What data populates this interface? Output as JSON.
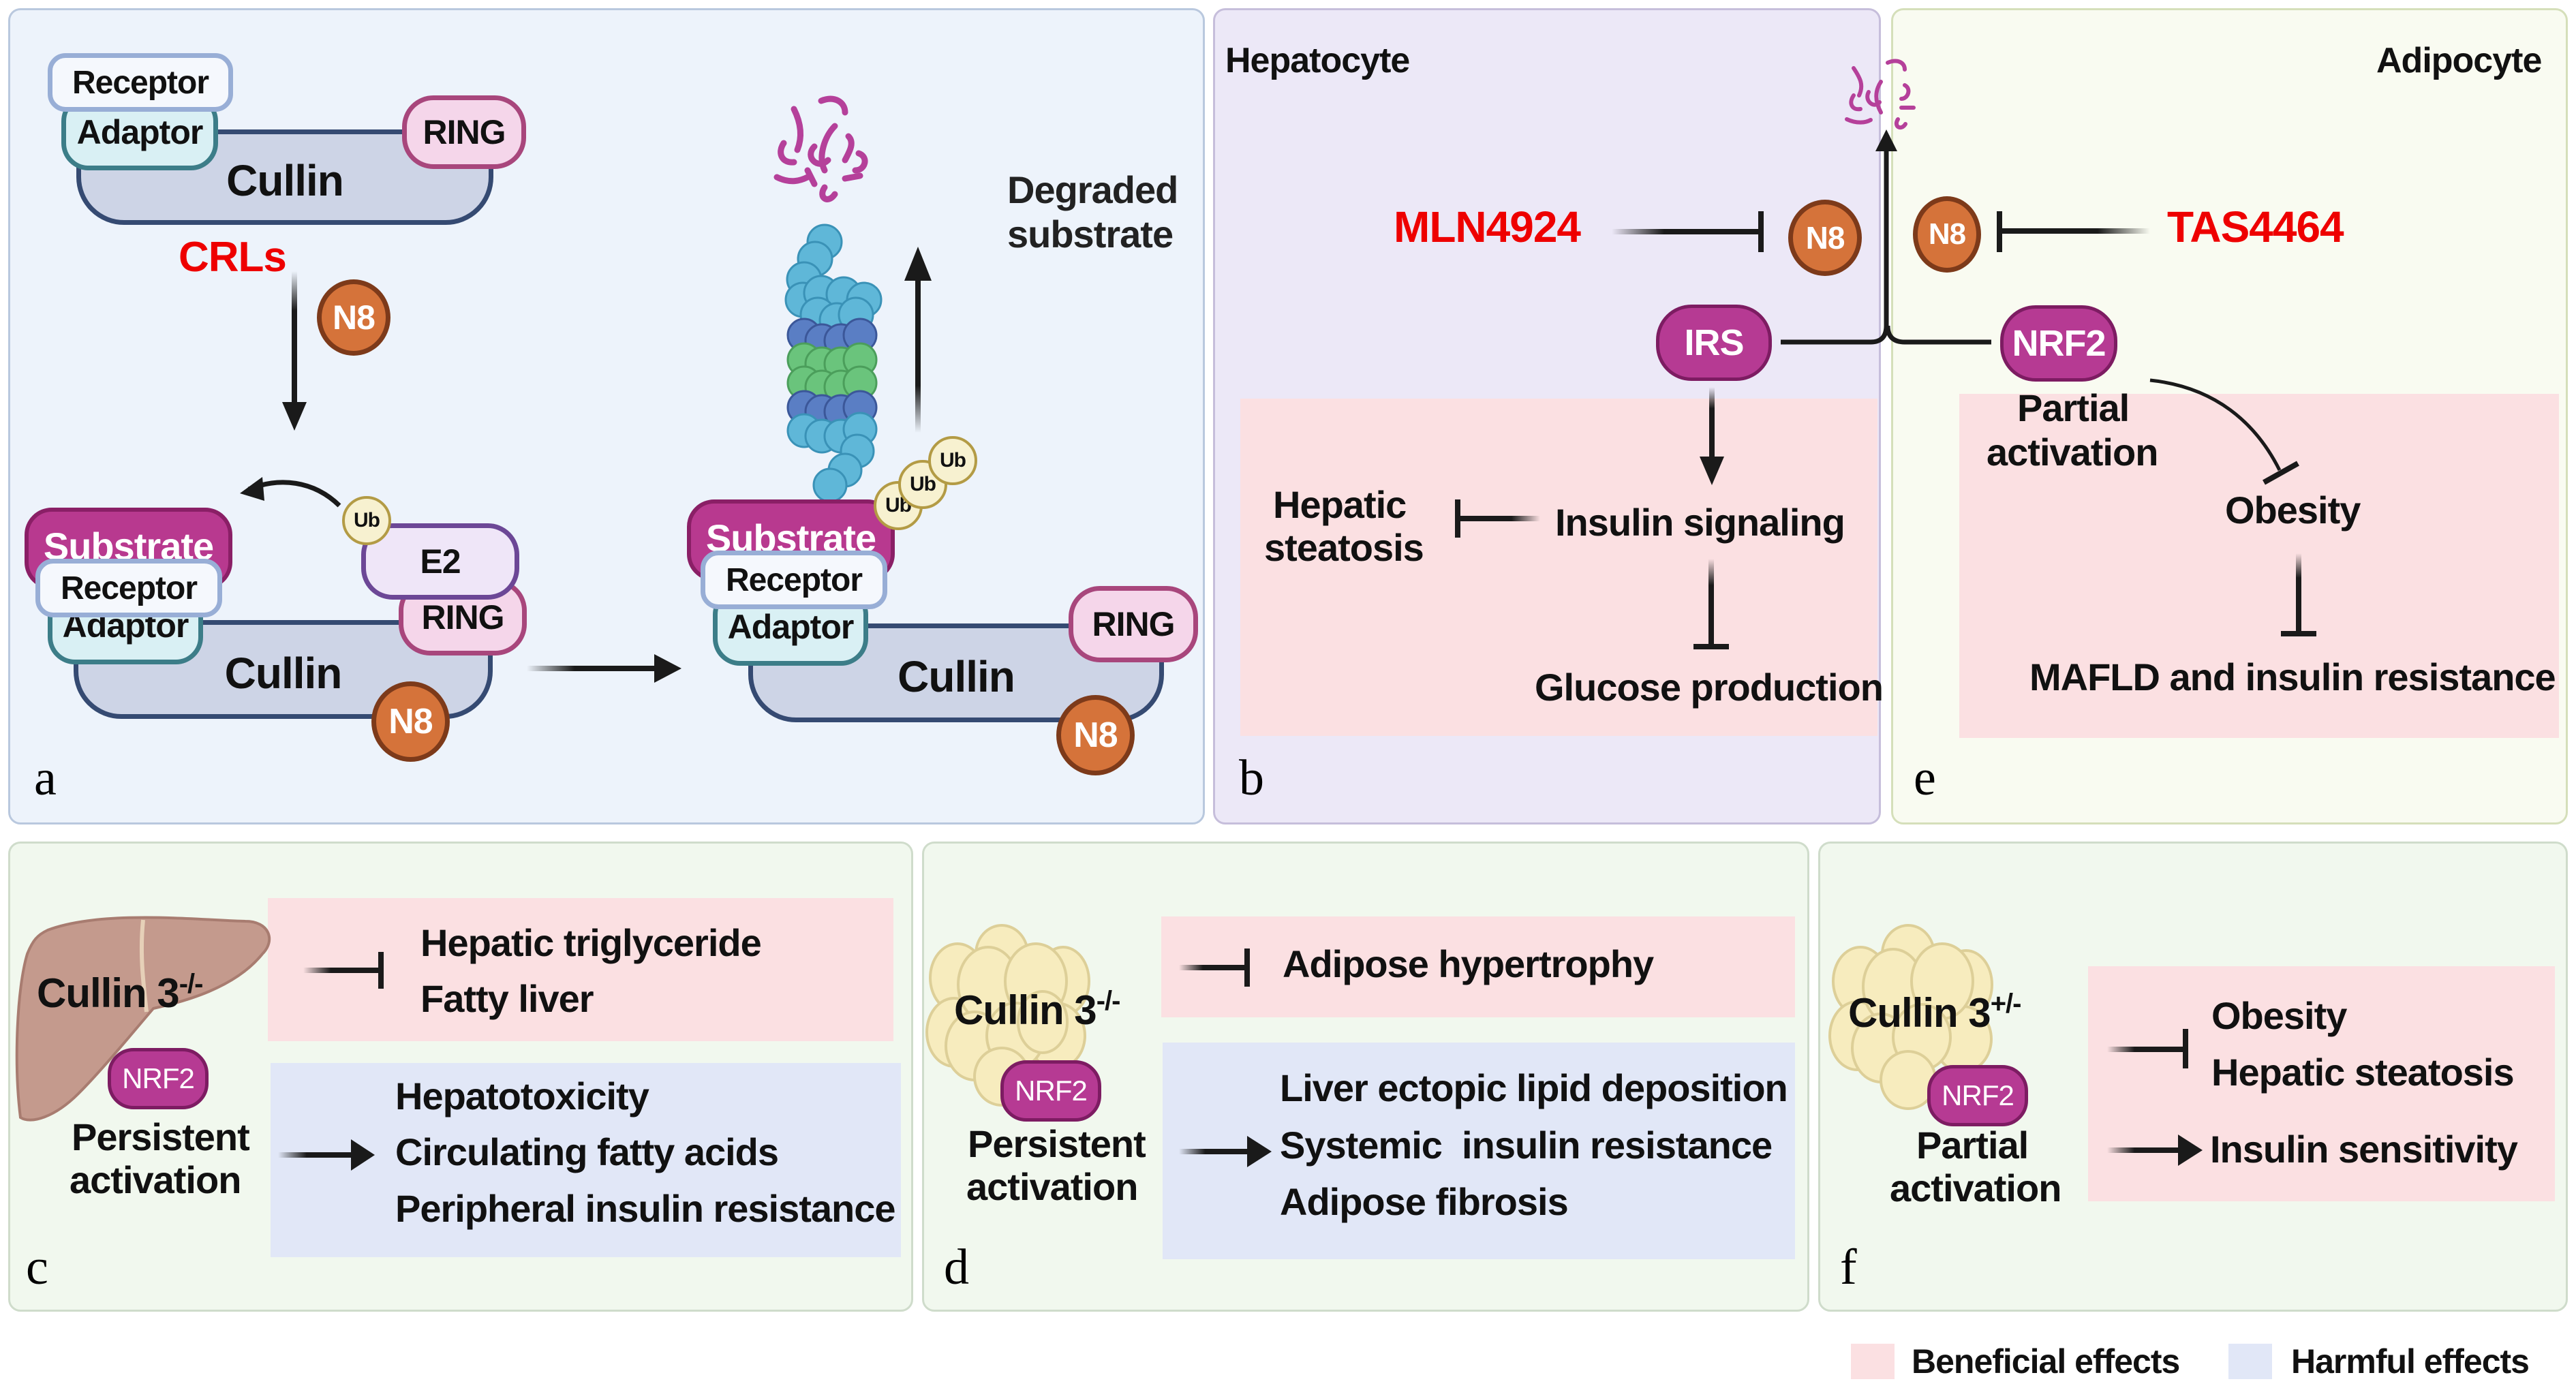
{
  "panel_labels": {
    "a": "a",
    "b": "b",
    "c": "c",
    "d": "d",
    "e": "e",
    "f": "f"
  },
  "panel_a": {
    "top_complex": {
      "receptor": "Receptor",
      "adaptor": "Adaptor",
      "cullin": "Cullin",
      "ring": "RING"
    },
    "crls_label": "CRLs",
    "neddylation_badge": "N8",
    "mid_complex": {
      "substrate": "Substrate",
      "receptor": "Receptor",
      "adaptor": "Adaptor",
      "cullin": "Cullin",
      "ring": "RING",
      "e2": "E2",
      "ub": "Ub",
      "n8": "N8"
    },
    "right_complex": {
      "substrate": "Substrate",
      "receptor": "Receptor",
      "adaptor": "Adaptor",
      "cullin": "Cullin",
      "ring": "RING",
      "n8": "N8",
      "ub_chain": [
        "Ub",
        "Ub",
        "Ub"
      ]
    },
    "degraded_label_line1": "Degraded",
    "degraded_label_line2": "substrate"
  },
  "panel_b": {
    "title": "Hepatocyte",
    "inhibitor": "MLN4924",
    "n8": "N8",
    "irs": "IRS",
    "insulin_signaling": "Insulin signaling",
    "hepatic_steatosis_line1": "Hepatic",
    "hepatic_steatosis_line2": "steatosis",
    "glucose_production": "Glucose production"
  },
  "panel_e": {
    "title": "Adipocyte",
    "inhibitor": "TAS4464",
    "n8": "N8",
    "nrf2": "NRF2",
    "partial_line1": "Partial",
    "partial_line2": "activation",
    "obesity": "Obesity",
    "outcome": "MAFLD and insulin resistance"
  },
  "panel_c": {
    "gene": "Cullin 3",
    "genotype": "-/-",
    "nrf2": "NRF2",
    "activation_line1": "Persistent",
    "activation_line2": "activation",
    "beneficial": [
      "Hepatic triglyceride",
      "Fatty liver"
    ],
    "harmful": [
      "Hepatotoxicity",
      "Circulating fatty acids",
      "Peripheral insulin resistance"
    ]
  },
  "panel_d": {
    "gene": "Cullin 3",
    "genotype": "-/-",
    "nrf2": "NRF2",
    "activation_line1": "Persistent",
    "activation_line2": "activation",
    "beneficial": [
      "Adipose hypertrophy"
    ],
    "harmful": [
      "Liver ectopic lipid deposition",
      "Systemic  insulin resistance",
      "Adipose fibrosis"
    ]
  },
  "panel_f": {
    "gene": "Cullin 3",
    "genotype": "+/-",
    "nrf2": "NRF2",
    "activation_line1": "Partial",
    "activation_line2": "activation",
    "inhibited": [
      "Obesity",
      "Hepatic steatosis"
    ],
    "promoted": [
      "Insulin sensitivity"
    ]
  },
  "legend": {
    "beneficial": {
      "label": "Beneficial effects",
      "color": "#fbe0e2"
    },
    "harmful": {
      "label": "Harmful effects",
      "color": "#e1e7f7"
    }
  },
  "colors": {
    "drug_red": "#ee0000",
    "n8_orange": "#d5733a",
    "substrate_magenta": "#b8398f"
  }
}
